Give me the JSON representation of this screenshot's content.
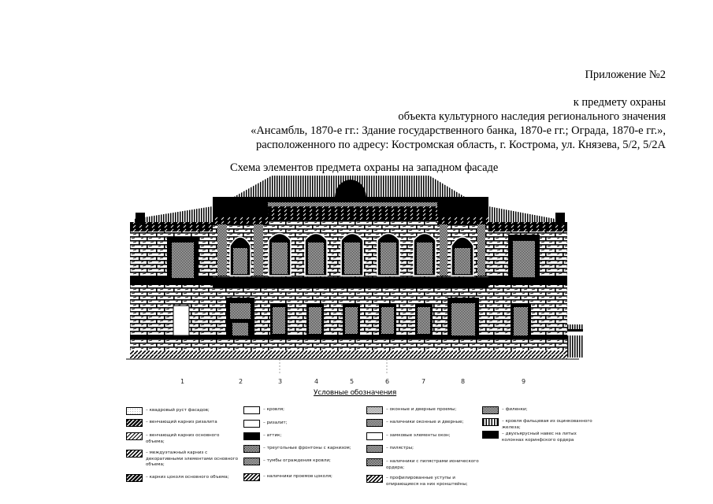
{
  "header": {
    "appendix": "Приложение №2",
    "subject_lines": [
      "к предмету охраны",
      "объекта культурного наследия регионального значения",
      "«Ансамбль, 1870-е гг.: Здание государственного банка, 1870-е гг.; Ограда, 1870-е гг.»,",
      "расположенного по адресу: Костромская область, г. Кострома, ул. Князева, 5/2, 5/2А"
    ]
  },
  "scheme": {
    "title": "Схема элементов предмета охраны на западном фасаде",
    "axis_numbers": [
      "1",
      "2",
      "3",
      "4",
      "5",
      "6",
      "7",
      "8",
      "9"
    ]
  },
  "legend": {
    "title": "Условные обозначения",
    "items": [
      {
        "pattern": "dots",
        "label": "– квадровый руст фасадов;"
      },
      {
        "pattern": "hatch-dark",
        "label": "– венчающий карниз ризалита"
      },
      {
        "pattern": "hatch-light",
        "label": "– венчающий карниз основного объема;"
      },
      {
        "pattern": "hatch",
        "label": "– междуэтажный карниз с декоративными элементами основного объема;"
      },
      {
        "pattern": "hatch-dark",
        "label": "– карниз цоколя основного объема;"
      },
      {
        "pattern": "white",
        "label": "– кровля;"
      },
      {
        "pattern": "white",
        "label": "– ризалит;"
      },
      {
        "pattern": "black",
        "label": "– аттик;"
      },
      {
        "pattern": "checker",
        "label": "– треугольные фронтоны с карнизом;"
      },
      {
        "pattern": "checker-m",
        "label": "– тумбы ограждения кровли;"
      },
      {
        "pattern": "hatch",
        "label": "– наличники проемов цоколя;"
      },
      {
        "pattern": "checker-l",
        "label": "– оконные и дверные проемы;"
      },
      {
        "pattern": "checker-m",
        "label": "– наличники оконные и дверные;"
      },
      {
        "pattern": "white",
        "label": "– замковые элементы окон;"
      },
      {
        "pattern": "checker-m",
        "label": "– пилястры;"
      },
      {
        "pattern": "checker",
        "label": "– наличники с пилястрами ионического ордера;"
      },
      {
        "pattern": "hatch",
        "label": "– профилированные уступы и опирающиеся на них кронштейны;"
      },
      {
        "pattern": "checker-m",
        "label": "– филенки;"
      },
      {
        "pattern": "vbars",
        "label": "– кровля фальцевая из оцинкованного железа;"
      },
      {
        "pattern": "black",
        "label": "– двухъярусный навес на литых колоннах коринфского ордера"
      }
    ]
  }
}
